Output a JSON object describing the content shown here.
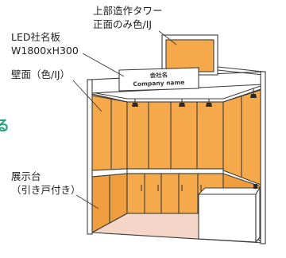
{
  "labels": {
    "tower": {
      "line1": "上部造作タワー",
      "line2": "正面のみ色/IJ"
    },
    "led_sign": {
      "line1": "LED社名板",
      "line2": "W1800xH300"
    },
    "wall": "壁面（色/IJ）",
    "display_stand": {
      "line1": "展示台",
      "line2": "（引き戸付き）"
    },
    "edge_fragment": "る"
  },
  "sign_board": {
    "line1": "会社名",
    "line2": "Company name"
  },
  "colors": {
    "panel": "#F6A94A",
    "panel_shade": "#EE9E3E",
    "outline": "#3C3C3C",
    "floor": "#F5D5C7",
    "counter": "#FFFFFF",
    "fragment": "#27A37F"
  }
}
